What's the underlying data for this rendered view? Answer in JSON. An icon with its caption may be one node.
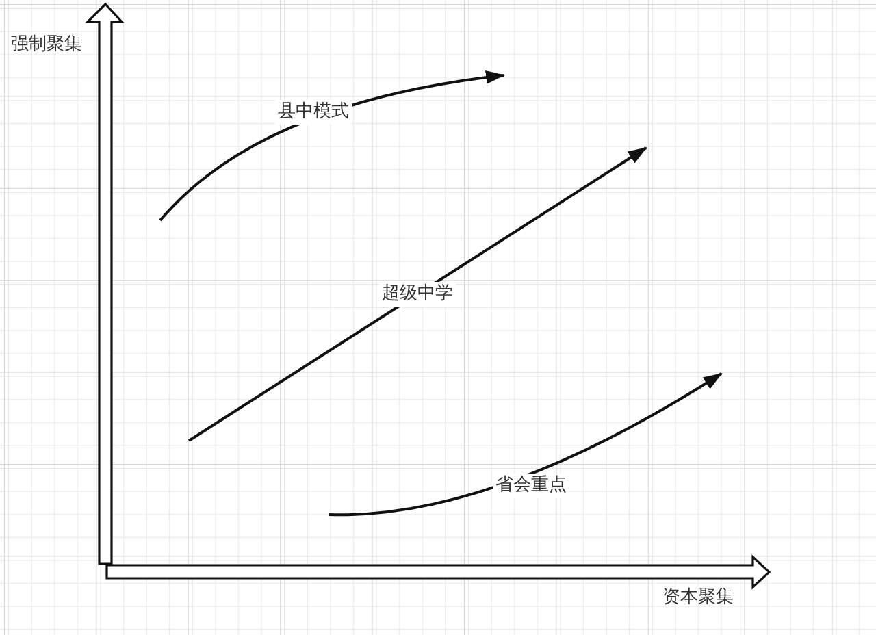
{
  "diagram": {
    "labels": [
      "强制聚集",
      "县中模式",
      "超级中学",
      "省会重点",
      "资本聚集"
    ]
  }
}
